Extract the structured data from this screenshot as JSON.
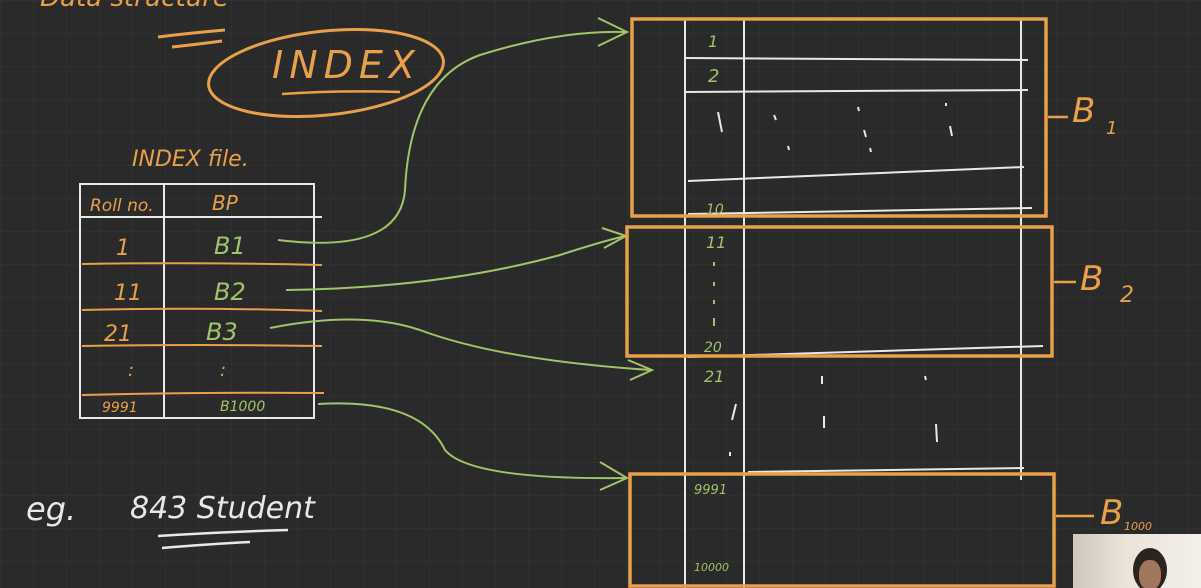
{
  "heading_partial": "Data structure",
  "index_word": "INDEX",
  "index_file_label": "INDEX file.",
  "index_table": {
    "headers": [
      "Roll no.",
      "BP"
    ],
    "rows": [
      [
        "1",
        "B1"
      ],
      [
        "11",
        "B2"
      ],
      [
        "21",
        "B3"
      ],
      [
        ":",
        ":"
      ],
      [
        "9991",
        "B1000"
      ]
    ]
  },
  "blocks": [
    {
      "label": "B",
      "sub": "1",
      "entries": [
        "1",
        "2",
        "10"
      ]
    },
    {
      "label": "B",
      "sub": "2",
      "entries": [
        "11",
        "20"
      ]
    },
    {
      "label": "",
      "sub": "",
      "entries": [
        "21"
      ]
    },
    {
      "label": "B",
      "sub": "1000",
      "entries": [
        "9991",
        "10000"
      ]
    }
  ],
  "example": {
    "eg": "eg.",
    "text": "843 Student"
  },
  "colors": {
    "background": "#2a2a2a",
    "orange": "#e8a04a",
    "green": "#9fc46a",
    "white": "#e8e8e8"
  }
}
